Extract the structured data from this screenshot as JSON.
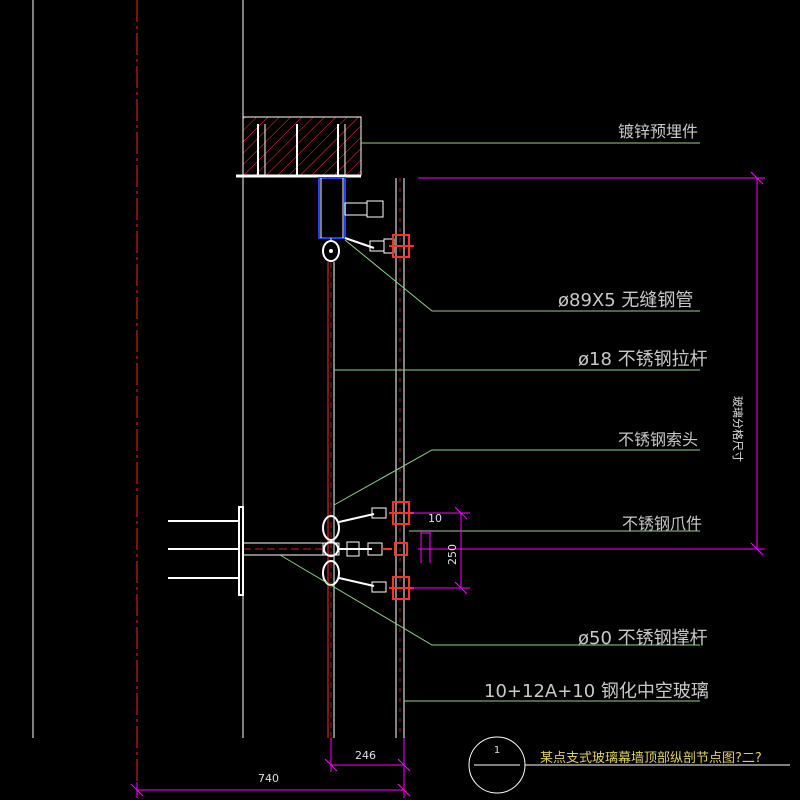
{
  "callouts": {
    "embed": "镀锌预埋件",
    "pipe": "ø89X5 无缝钢管",
    "rod": "ø18 不锈钢拉杆",
    "cable_head": "不锈钢索头",
    "claw": "不锈钢爪件",
    "strut": "ø50 不锈钢撑杆",
    "glass": "10+12A+10 钢化中空玻璃"
  },
  "dimensions": {
    "d740": "740",
    "d246": "246",
    "d250": "250",
    "d10": "10",
    "panel": "玻璃分格尺寸"
  },
  "title_block": {
    "number": "1",
    "title": "某点支式玻璃幕墙顶部纵剖节点图?二?"
  },
  "colors": {
    "background": "#000000",
    "leader": "#8fd08f",
    "dimension": "#ff00ff",
    "axis": "#ff2020",
    "structure": "#ffffff",
    "embed": "#ff3030",
    "pipe": "#2040ff",
    "title": "#e0d060"
  }
}
